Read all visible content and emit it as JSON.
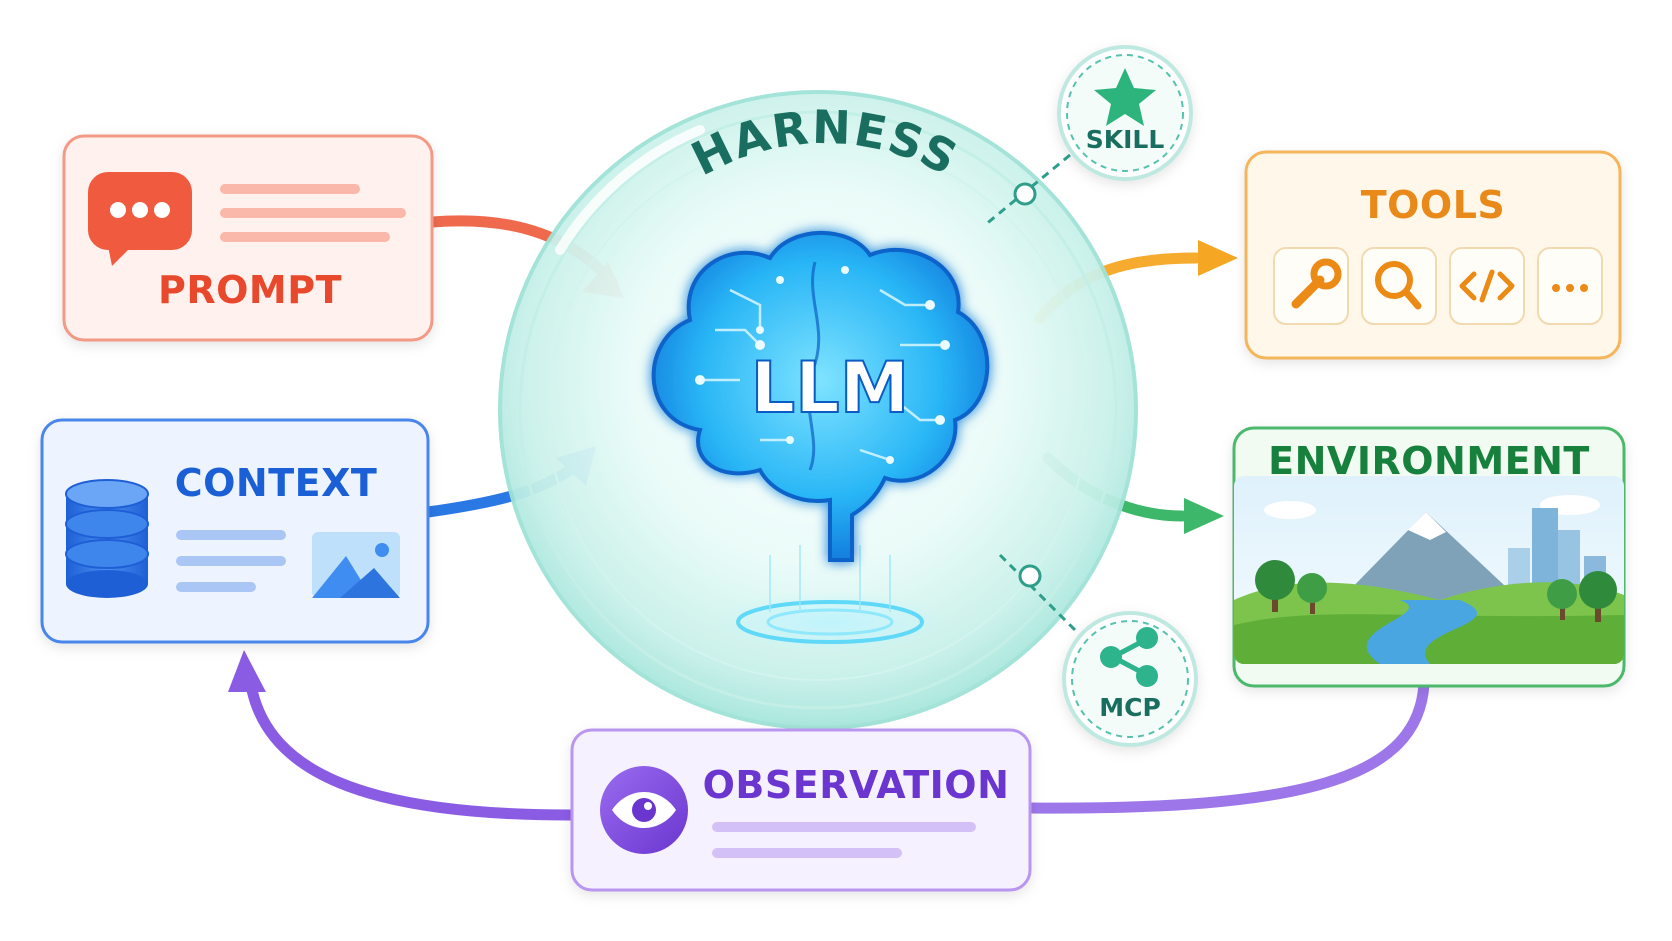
{
  "harness": {
    "label": "HARNESS"
  },
  "llm": {
    "label": "LLM"
  },
  "skill": {
    "label": "SKILL",
    "icon": "star-icon"
  },
  "mcp": {
    "label": "MCP",
    "icon": "share-icon"
  },
  "prompt": {
    "label": "PROMPT",
    "icon": "chat-bubble-icon"
  },
  "context": {
    "label": "CONTEXT",
    "icons": [
      "database-icon",
      "image-icon"
    ]
  },
  "tools": {
    "label": "TOOLS",
    "items": [
      {
        "icon": "wrench-icon"
      },
      {
        "icon": "search-icon"
      },
      {
        "icon": "code-icon"
      },
      {
        "icon": "ellipsis-icon",
        "label": "..."
      }
    ]
  },
  "environment": {
    "label": "ENVIRONMENT"
  },
  "observation": {
    "label": "OBSERVATION",
    "icon": "eye-icon"
  },
  "colors": {
    "prompt": "#ef5a3c",
    "context": "#1f6fe0",
    "tools": "#f09a1e",
    "environment": "#16803c",
    "observation": "#7a47d8",
    "harness": "#1a6e60",
    "llm_glow": "#29b6f6"
  }
}
